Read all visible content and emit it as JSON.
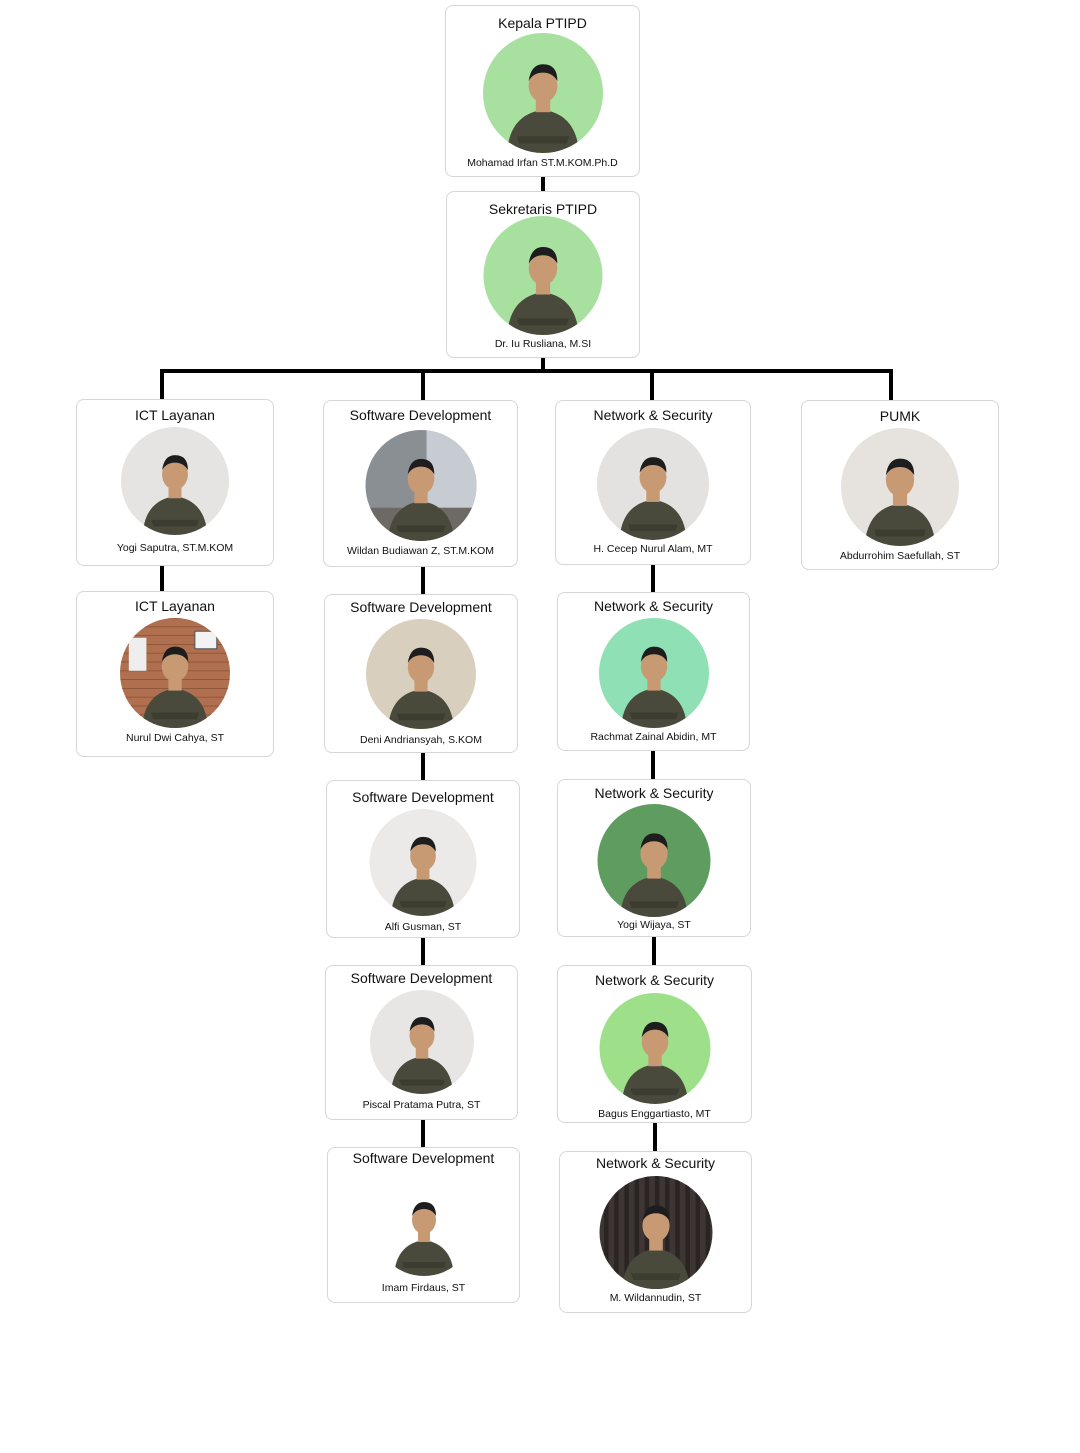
{
  "org_chart": {
    "head": {
      "role": "Kepala PTIPD",
      "name": "Mohamad Irfan ST.M.KOM.Ph.D"
    },
    "secretary": {
      "role": "Sekretaris PTIPD",
      "name": "Dr. Iu Rusliana, M.SI"
    },
    "ict": [
      {
        "role": "ICT Layanan",
        "name": "Yogi Saputra, ST.M.KOM"
      },
      {
        "role": "ICT Layanan",
        "name": "Nurul Dwi Cahya, ST"
      }
    ],
    "software": [
      {
        "role": "Software Development",
        "name": "Wildan Budiawan Z, ST.M.KOM"
      },
      {
        "role": "Software Development",
        "name": "Deni Andriansyah, S.KOM"
      },
      {
        "role": "Software Development",
        "name": "Alfi Gusman, ST"
      },
      {
        "role": "Software Development",
        "name": "Piscal Pratama Putra, ST"
      },
      {
        "role": "Software Development",
        "name": "Imam Firdaus, ST"
      }
    ],
    "network": [
      {
        "role": "Network & Security",
        "name": "H. Cecep Nurul Alam, MT"
      },
      {
        "role": "Network & Security",
        "name": "Rachmat Zainal Abidin, MT"
      },
      {
        "role": "Network & Security",
        "name": "Yogi Wijaya, ST"
      },
      {
        "role": "Network & Security",
        "name": "Bagus Enggartiasto, MT"
      },
      {
        "role": "Network & Security",
        "name": "M. Wildannudin, ST"
      }
    ],
    "pumk": [
      {
        "role": "PUMK",
        "name": "Abdurrohim Saefullah, ST"
      }
    ]
  },
  "colors": {
    "connector": "#000000",
    "card_border": "#d6d6d6",
    "photo_bg_green": "#a8e0a0",
    "photo_bg_grey": "#e6e4e2",
    "uniform": "#4a4a3c"
  }
}
